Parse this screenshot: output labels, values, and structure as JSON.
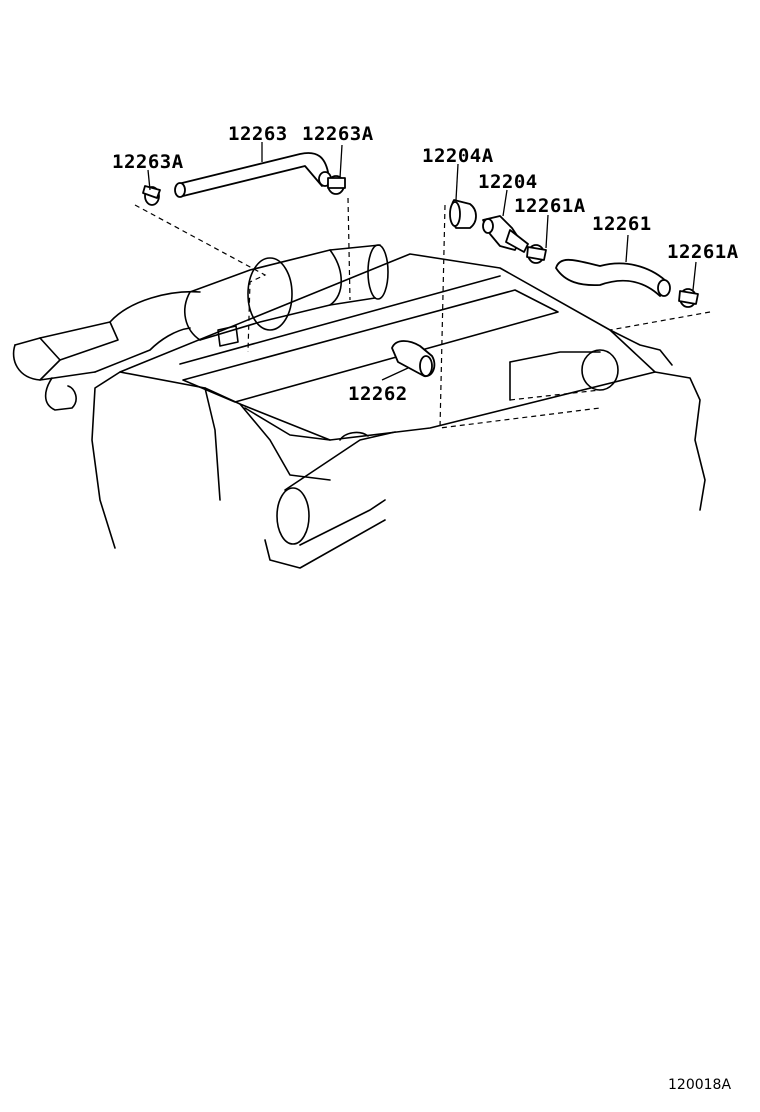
{
  "diagram": {
    "callouts": [
      {
        "id": "c1",
        "text": "12263A"
      },
      {
        "id": "c2",
        "text": "12263"
      },
      {
        "id": "c3",
        "text": "12263A"
      },
      {
        "id": "c4",
        "text": "12204A"
      },
      {
        "id": "c5",
        "text": "12204"
      },
      {
        "id": "c6",
        "text": "12261A"
      },
      {
        "id": "c7",
        "text": "12261"
      },
      {
        "id": "c8",
        "text": "12261A"
      },
      {
        "id": "c9",
        "text": "12262"
      }
    ],
    "figure_ref": "120018A"
  }
}
